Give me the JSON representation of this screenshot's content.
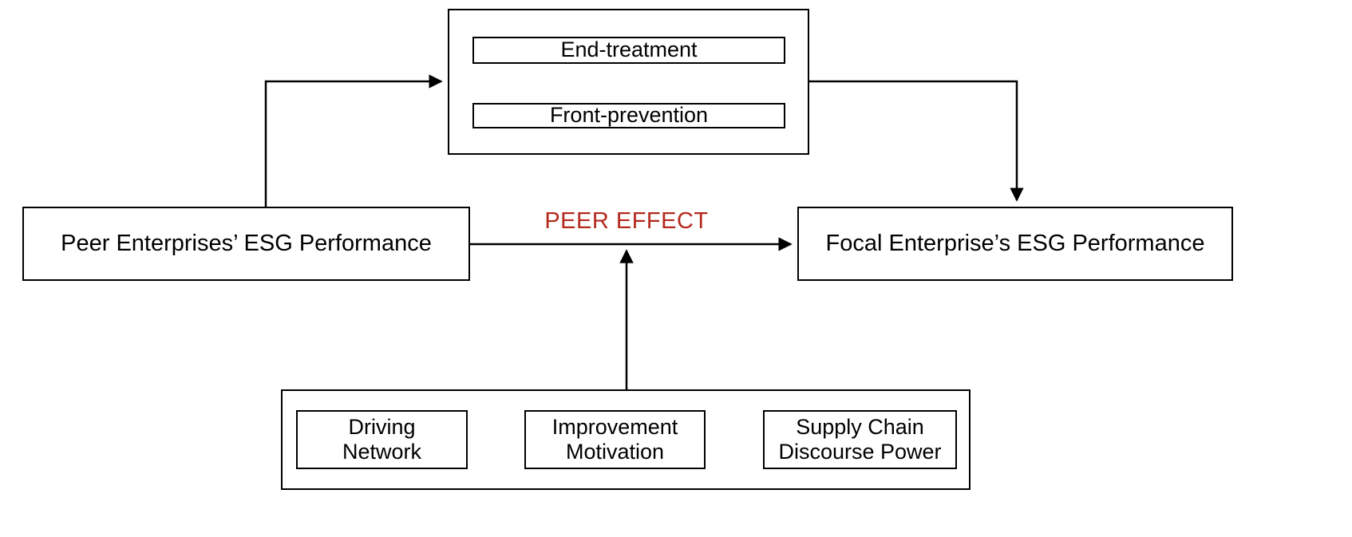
{
  "diagram": {
    "title_label": "PEER EFFECT",
    "accent_color": "#b5281c",
    "line_color": "#000000",
    "background": "#ffffff",
    "top_group": {
      "name": "mechanism-group",
      "items": [
        {
          "label": "End-treatment"
        },
        {
          "label": "Front-prevention"
        }
      ]
    },
    "left_node": {
      "label": "Peer Enterprises’ ESG Performance"
    },
    "right_node": {
      "label": "Focal Enterprise’s ESG Performance"
    },
    "bottom_group": {
      "name": "channel-group",
      "items": [
        {
          "label": "Driving\nNetwork",
          "line1": "Driving",
          "line2": "Network"
        },
        {
          "label": "Improvement\nMotivation",
          "line1": "Improvement",
          "line2": "Motivation"
        },
        {
          "label": "Supply Chain\nDiscourse Power",
          "line1": "Supply Chain",
          "line2": "Discourse Power"
        }
      ]
    },
    "connectors": [
      {
        "name": "peer-to-mechanism",
        "from": "left_node",
        "to": "top_group",
        "arrow": true
      },
      {
        "name": "mechanism-to-focal",
        "from": "top_group",
        "to": "right_node",
        "arrow": true
      },
      {
        "name": "peer-to-focal",
        "from": "left_node",
        "to": "right_node",
        "arrow": true,
        "label": "PEER EFFECT"
      },
      {
        "name": "channels-to-peer-effect",
        "from": "bottom_group",
        "to": "peer-to-focal",
        "arrow": true
      }
    ]
  }
}
